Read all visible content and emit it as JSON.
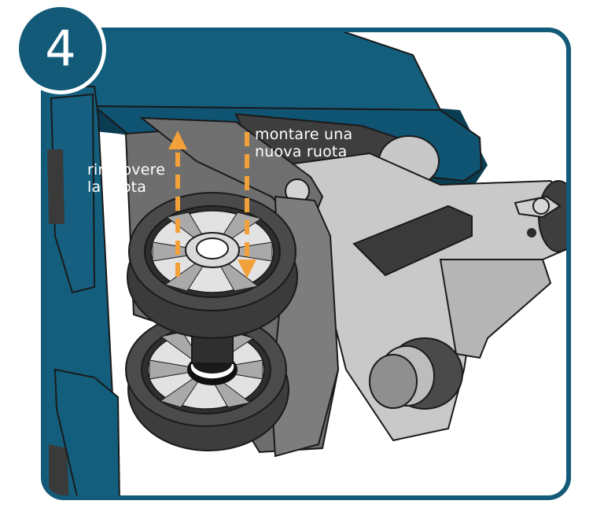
{
  "step": {
    "number": "4"
  },
  "annotations": {
    "remove": {
      "line1": "rimuovere",
      "line2": "la ruota"
    },
    "mount": {
      "line1": "montare una",
      "line2": "nuova ruota"
    }
  },
  "colors": {
    "frame": "#125a78",
    "arrow": "#f2a13a",
    "steel_dark": "#4a4a4a",
    "steel_mid": "#8a8a8a",
    "steel_light": "#d6d6d6",
    "outline": "#1a1a1a"
  },
  "icons": {
    "up_arrow": "arrow-up-dashed",
    "down_arrow": "arrow-down-dashed"
  }
}
